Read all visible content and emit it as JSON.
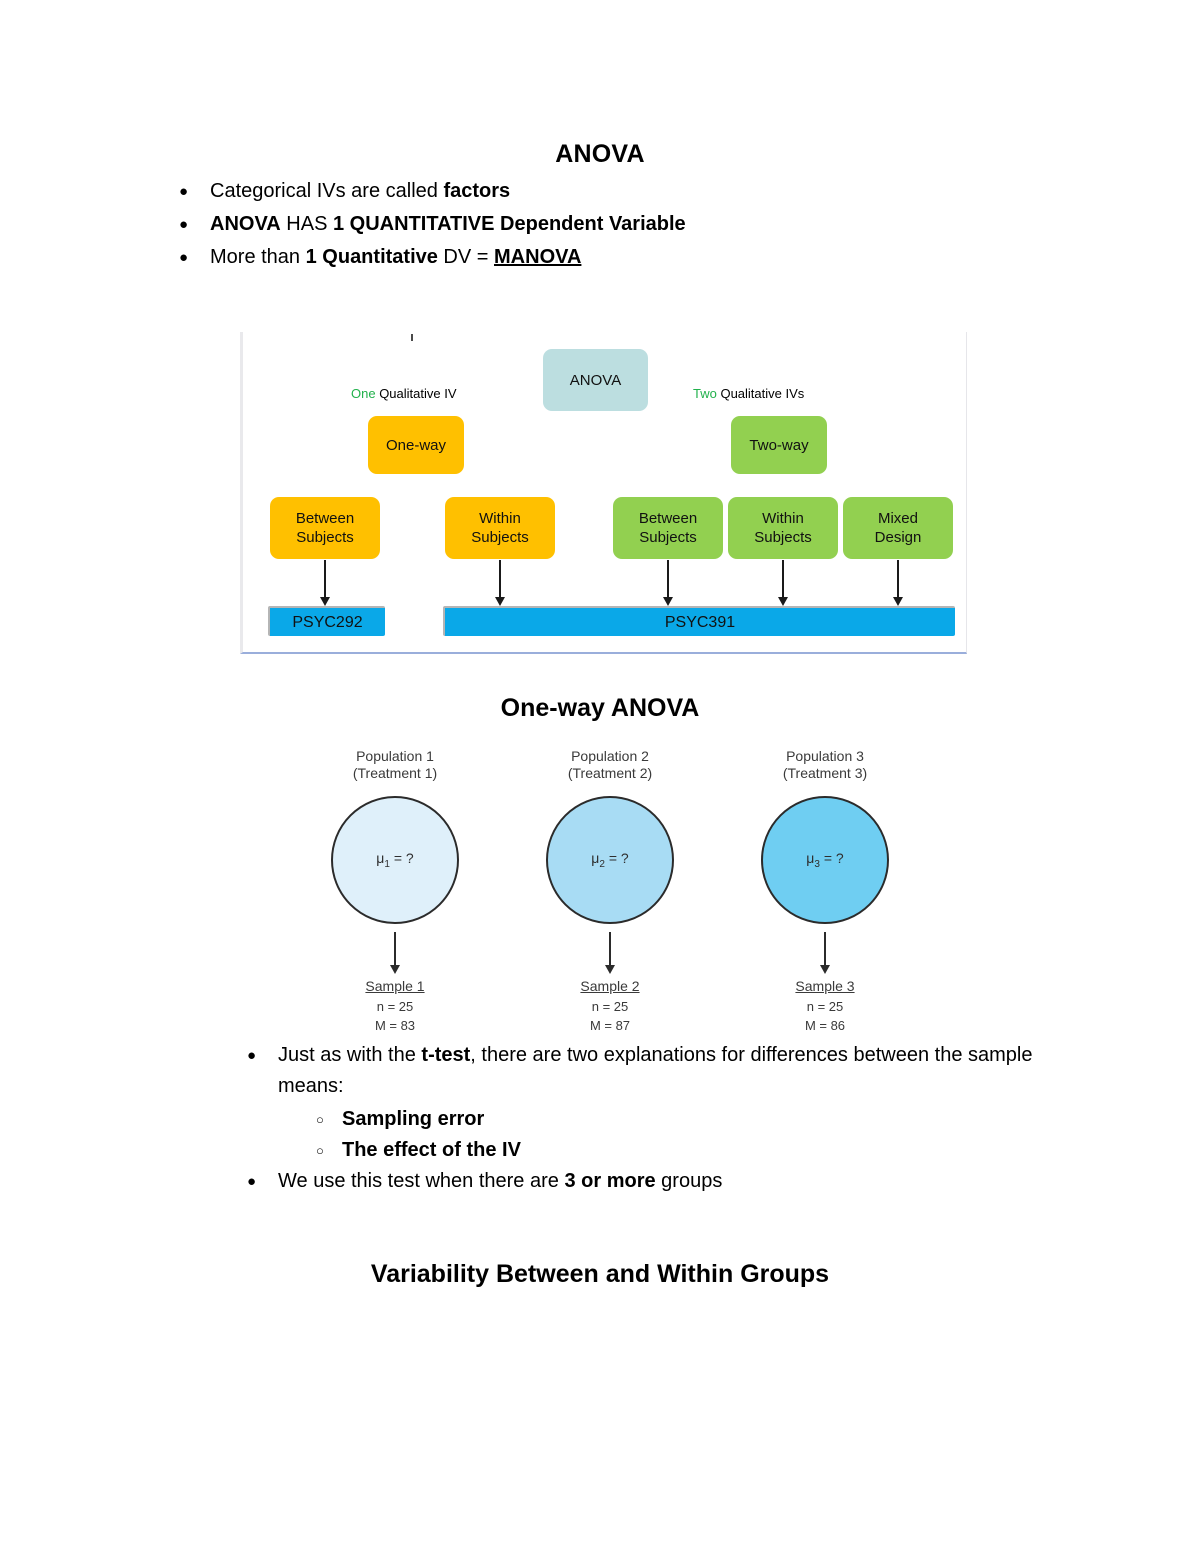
{
  "document": {
    "title": "ANOVA",
    "intro_bullets": [
      {
        "marker": "●",
        "segments": [
          {
            "t": "Categorical IVs are called ",
            "style": "normal"
          },
          {
            "t": "factors",
            "style": "bold"
          }
        ]
      },
      {
        "marker": "●",
        "segments": [
          {
            "t": "ANOVA",
            "style": "bold"
          },
          {
            "t": " HAS ",
            "style": "normal"
          },
          {
            "t": "1 QUANTITATIVE Dependent Variable",
            "style": "bold"
          }
        ]
      },
      {
        "marker": "●",
        "segments": [
          {
            "t": "More than ",
            "style": "normal"
          },
          {
            "t": "1 Quantitative",
            "style": "bold"
          },
          {
            "t": " DV = ",
            "style": "normal"
          },
          {
            "t": "MANOVA",
            "style": "bold-underline"
          }
        ]
      }
    ],
    "heading_oneway": "One-way ANOVA",
    "heading_variability": "Variability Between and Within Groups",
    "body_bullets": [
      {
        "marker": "●",
        "segments": [
          {
            "t": "Just as with the ",
            "style": "normal"
          },
          {
            "t": "t-test",
            "style": "bold"
          },
          {
            "t": ", there are two explanations for differences between the sample means:",
            "style": "normal"
          }
        ]
      }
    ],
    "sub_bullets": [
      {
        "marker": "○",
        "text": "Sampling error"
      },
      {
        "marker": "○",
        "text": "The effect of the IV"
      }
    ],
    "closing_bullet": {
      "marker": "●",
      "segments": [
        {
          "t": "We use this test when there are ",
          "style": "normal"
        },
        {
          "t": "3 or more",
          "style": "bold"
        },
        {
          "t": " groups",
          "style": "normal"
        }
      ]
    }
  },
  "flowchart": {
    "root_label": "ANOVA",
    "left_caption": {
      "highlight": "One",
      "rest": " Qualitative IV"
    },
    "right_caption": {
      "highlight": "Two",
      "rest": " Qualitative IVs"
    },
    "branch_left": "One-way",
    "branch_right": "Two-way",
    "leaves": [
      {
        "label": "Between\nSubjects",
        "color_key": "orange"
      },
      {
        "label": "Within\nSubjects",
        "color_key": "orange"
      },
      {
        "label": "Between\nSubjects",
        "color_key": "green"
      },
      {
        "label": "Within\nSubjects",
        "color_key": "green"
      },
      {
        "label": "Mixed\nDesign",
        "color_key": "green"
      }
    ],
    "course_bars": [
      {
        "label": "PSYC292"
      },
      {
        "label": "PSYC391"
      }
    ],
    "colors": {
      "anova_box": "#BCDEE0",
      "orange": "#FFC000",
      "green": "#92D050",
      "course_bar": "#0AA8E8",
      "caption_highlight": "#22B14C"
    }
  },
  "population_figure": {
    "columns": [
      {
        "title": "Population 1\n(Treatment 1)",
        "mu_symbol": "μ",
        "mu_subscript": "1",
        "mu_value": "= ?",
        "sample_name": "Sample 1",
        "n_label": "n = 25",
        "m_label": "M = 83",
        "fill": "#DFF0FA"
      },
      {
        "title": "Population 2\n(Treatment 2)",
        "mu_symbol": "μ",
        "mu_subscript": "2",
        "mu_value": "= ?",
        "sample_name": "Sample 2",
        "n_label": "n = 25",
        "m_label": "M = 87",
        "fill": "#A8DCF4"
      },
      {
        "title": "Population 3\n(Treatment 3)",
        "mu_symbol": "μ",
        "mu_subscript": "3",
        "mu_value": "= ?",
        "sample_name": "Sample 3",
        "n_label": "n = 25",
        "m_label": "M = 86",
        "fill": "#6FCEF2"
      }
    ]
  }
}
